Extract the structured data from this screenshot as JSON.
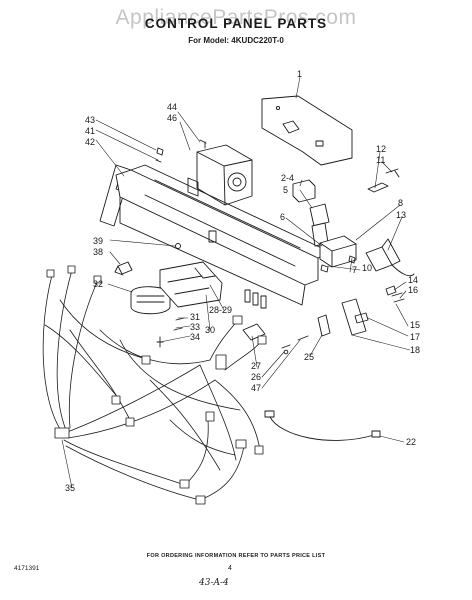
{
  "watermark": "AppliancePartsPros.com",
  "title": "CONTROL PANEL PARTS",
  "model_line": "For Model: 4KUDC220T-0",
  "callouts": [
    "43",
    "41",
    "42",
    "44",
    "46",
    "1",
    "12",
    "11",
    "2-4",
    "5",
    "8",
    "13",
    "6",
    "39",
    "38",
    "7",
    "10",
    "14",
    "16",
    "32",
    "31",
    "33",
    "34",
    "28-29",
    "30",
    "15",
    "17",
    "18",
    "27",
    "26",
    "47",
    "25",
    "22",
    "35"
  ],
  "footer": {
    "ordering_note": "FOR ORDERING INFORMATION REFER TO PARTS PRICE LIST",
    "document_number": "4171391",
    "page_number": "4",
    "handwritten_note": "43-A-4"
  }
}
